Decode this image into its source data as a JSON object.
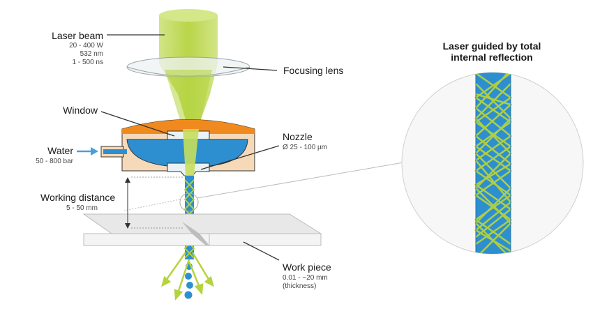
{
  "labels": {
    "laser_beam": {
      "title": "Laser beam",
      "specs": [
        "20 - 400 W",
        "532 nm",
        "1 - 500 ns"
      ]
    },
    "focusing_lens": {
      "title": "Focusing lens"
    },
    "window": {
      "title": "Window"
    },
    "nozzle": {
      "title": "Nozzle",
      "spec": "Ø 25 - 100 µm"
    },
    "water": {
      "title": "Water",
      "spec": "50 - 800 bar"
    },
    "working_distance": {
      "title": "Working distance",
      "spec": "5 - 50 mm"
    },
    "work_piece": {
      "title": "Work piece",
      "specs": [
        "0.01 - ~20 mm",
        "(thickness)"
      ]
    },
    "inset": {
      "title_lines": [
        "Laser guided by total",
        "internal reflection"
      ]
    }
  },
  "colors": {
    "laser": "#b9d54a",
    "water": "#2e8fd0",
    "housing": "#f6d9b8",
    "housing_top": "#f08a1e",
    "workpiece": "#e8e8e8",
    "arrow": "#4a9fd8"
  }
}
